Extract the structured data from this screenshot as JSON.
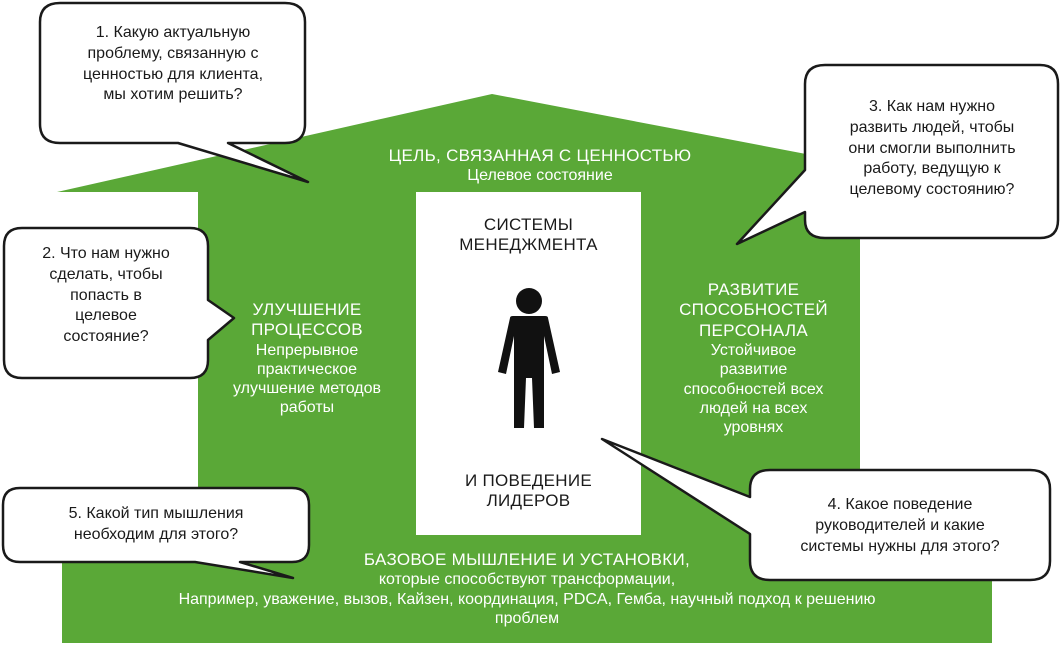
{
  "colors": {
    "green": "#5aa837",
    "bubble_fill": "#ffffff",
    "bubble_stroke": "#1a1a1a",
    "text_dark": "#1a1a1a",
    "text_light": "#ffffff"
  },
  "roof": {
    "title": "ЦЕЛЬ, СВЯЗАННАЯ С ЦЕННОСТЬЮ",
    "subtitle": "Целевое состояние"
  },
  "left_pillar": {
    "title_lines": [
      "УЛУЧШЕНИЕ",
      "ПРОЦЕССОВ"
    ],
    "body_lines": [
      "Непрерывное",
      "практическое",
      "улучшение методов",
      "работы"
    ]
  },
  "center": {
    "top_lines": [
      "СИСТЕМЫ",
      "МЕНЕДЖМЕНТА"
    ],
    "bottom_lines": [
      "И ПОВЕДЕНИЕ",
      "ЛИДЕРОВ"
    ],
    "icon": "person-icon"
  },
  "right_pillar": {
    "title_lines": [
      "РАЗВИТИЕ",
      "СПОСОБНОСТЕЙ",
      "ПЕРСОНАЛА"
    ],
    "body_lines": [
      "Устойчивое",
      "развитие",
      "способностей всех",
      "людей на всех",
      "уровнях"
    ]
  },
  "base": {
    "title": "БАЗОВОЕ МЫШЛЕНИЕ И УСТАНОВКИ,",
    "lines": [
      "которые способствуют трансформации,",
      "Например, уважение, вызов, Кайзен, координация, PDCA, Гемба, научный подход к решению",
      "проблем"
    ]
  },
  "bubbles": [
    {
      "lines": [
        "1. Какую актуальную",
        "проблему, связанную с",
        "ценностью для клиента,",
        "мы хотим решить?"
      ]
    },
    {
      "lines": [
        "2. Что нам нужно",
        "сделать, чтобы",
        "попасть в",
        "целевое",
        "состояние?"
      ]
    },
    {
      "lines": [
        "3. Как нам нужно",
        "развить людей, чтобы",
        "они смогли выполнить",
        "работу, ведущую к",
        "целевому состоянию?"
      ]
    },
    {
      "lines": [
        "4. Какое поведение",
        "руководителей и какие",
        "системы нужны для этого?"
      ]
    },
    {
      "lines": [
        "5. Какой тип мышления",
        "необходим для этого?"
      ]
    }
  ]
}
